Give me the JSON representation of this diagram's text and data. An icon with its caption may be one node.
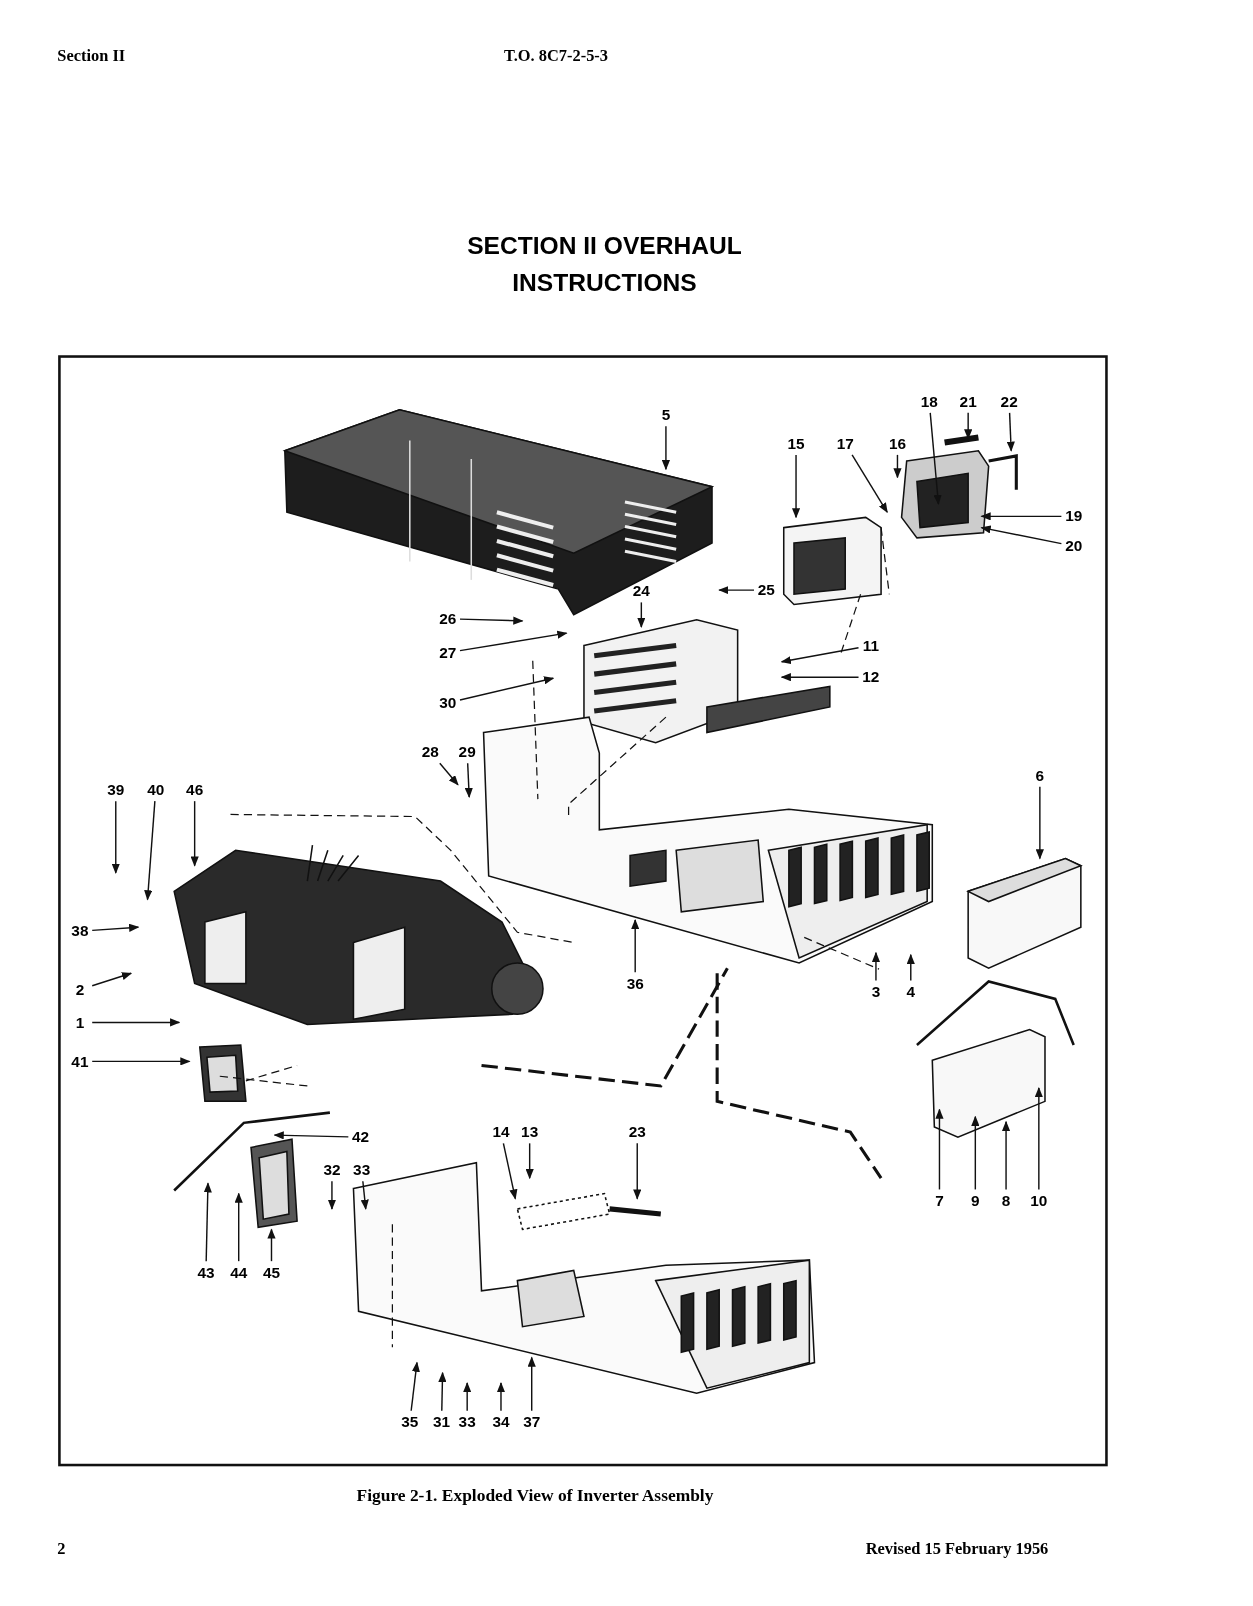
{
  "diagram": {
    "title": "SECTION II OVERHAUL INSTRUCTIONS",
    "caption": "Figure 2-1. Exploded View of Inverter Assembly",
    "nodes": [
      {
        "text": [
          "5"
        ]
      },
      {
        "text": [
          "18"
        ]
      },
      {
        "text": [
          "21"
        ]
      },
      {
        "text": [
          "22"
        ]
      },
      {
        "text": [
          "15"
        ]
      },
      {
        "text": [
          "17"
        ]
      },
      {
        "text": [
          "16"
        ]
      },
      {
        "text": [
          "19"
        ]
      },
      {
        "text": [
          "20"
        ]
      },
      {
        "text": [
          "25"
        ]
      },
      {
        "text": [
          "24"
        ]
      },
      {
        "text": [
          "26"
        ]
      },
      {
        "text": [
          "27"
        ]
      },
      {
        "text": [
          "11"
        ]
      },
      {
        "text": [
          "12"
        ]
      },
      {
        "text": [
          "30"
        ]
      },
      {
        "text": [
          "28"
        ]
      },
      {
        "text": [
          "29"
        ]
      },
      {
        "text": [
          "39"
        ]
      },
      {
        "text": [
          "40"
        ]
      },
      {
        "text": [
          "46"
        ]
      },
      {
        "text": [
          "6"
        ]
      },
      {
        "text": [
          "38"
        ]
      },
      {
        "text": [
          "36"
        ]
      },
      {
        "text": [
          "2"
        ]
      },
      {
        "text": [
          "3"
        ]
      },
      {
        "text": [
          "4"
        ]
      },
      {
        "text": [
          "1"
        ]
      },
      {
        "text": [
          "41"
        ]
      },
      {
        "text": [
          "14"
        ]
      },
      {
        "text": [
          "13"
        ]
      },
      {
        "text": [
          "23"
        ]
      },
      {
        "text": [
          "42"
        ]
      },
      {
        "text": [
          "32"
        ]
      },
      {
        "text": [
          "33"
        ]
      },
      {
        "text": [
          "7"
        ]
      },
      {
        "text": [
          "9"
        ]
      },
      {
        "text": [
          "8"
        ]
      },
      {
        "text": [
          "10"
        ]
      },
      {
        "text": [
          "43"
        ]
      },
      {
        "text": [
          "44"
        ]
      },
      {
        "text": [
          "45"
        ]
      },
      {
        "text": [
          "35"
        ]
      },
      {
        "text": [
          "31"
        ]
      },
      {
        "text": [
          "33"
        ]
      },
      {
        "text": [
          "34"
        ]
      },
      {
        "text": [
          "37"
        ]
      }
    ],
    "edges": [
      {
        "from": 0,
        "to": null,
        "arrow": "to"
      },
      {
        "from": 1,
        "to": null,
        "arrow": "to"
      },
      {
        "from": 2,
        "to": null,
        "arrow": "to"
      },
      {
        "from": 3,
        "to": null,
        "arrow": "to"
      },
      {
        "from": 4,
        "to": null,
        "arrow": "to"
      },
      {
        "from": 5,
        "to": null,
        "arrow": "to"
      },
      {
        "from": 6,
        "to": null,
        "arrow": "to"
      },
      {
        "from": 7,
        "to": null,
        "arrow": "to"
      },
      {
        "from": 8,
        "to": null,
        "arrow": "to"
      },
      {
        "from": 9,
        "to": null,
        "arrow": "to"
      },
      {
        "from": 10,
        "to": null,
        "arrow": "to"
      },
      {
        "from": 11,
        "to": null,
        "arrow": "to"
      },
      {
        "from": 12,
        "to": null,
        "arrow": "to"
      },
      {
        "from": 13,
        "to": null,
        "arrow": "to"
      },
      {
        "from": 14,
        "to": null,
        "arrow": "to"
      },
      {
        "from": 15,
        "to": null,
        "arrow": "to"
      },
      {
        "from": 16,
        "to": null,
        "arrow": "to"
      },
      {
        "from": 17,
        "to": null,
        "arrow": "to"
      },
      {
        "from": 18,
        "to": null,
        "arrow": "to"
      },
      {
        "from": 19,
        "to": null,
        "arrow": "to"
      },
      {
        "from": 20,
        "to": null,
        "arrow": "to"
      },
      {
        "from": 21,
        "to": null,
        "arrow": "to"
      },
      {
        "from": 22,
        "to": null,
        "arrow": "to"
      },
      {
        "from": 23,
        "to": null,
        "arrow": "to"
      },
      {
        "from": 24,
        "to": null,
        "arrow": "to"
      },
      {
        "from": 25,
        "to": null,
        "arrow": "to"
      },
      {
        "from": 26,
        "to": null,
        "arrow": "to"
      },
      {
        "from": 27,
        "to": null,
        "arrow": "to"
      },
      {
        "from": 28,
        "to": null,
        "arrow": "to"
      },
      {
        "from": 29,
        "to": null,
        "arrow": "to"
      },
      {
        "from": 30,
        "to": null,
        "arrow": "to"
      },
      {
        "from": 31,
        "to": null,
        "arrow": "to"
      },
      {
        "from": 32,
        "to": null,
        "arrow": "to"
      },
      {
        "from": 33,
        "to": null,
        "arrow": "to"
      },
      {
        "from": 34,
        "to": null,
        "arrow": "to"
      },
      {
        "from": 35,
        "to": null,
        "arrow": "to"
      },
      {
        "from": 36,
        "to": null,
        "arrow": "to"
      },
      {
        "from": 37,
        "to": null,
        "arrow": "to"
      },
      {
        "from": 38,
        "to": null,
        "arrow": "to"
      },
      {
        "from": 39,
        "to": null,
        "arrow": "to"
      },
      {
        "from": 40,
        "to": null,
        "arrow": "to"
      },
      {
        "from": 41,
        "to": null,
        "arrow": "to"
      },
      {
        "from": 42,
        "to": null,
        "arrow": "to"
      },
      {
        "from": 43,
        "to": null,
        "arrow": "to"
      },
      {
        "from": 44,
        "to": null,
        "arrow": "to"
      },
      {
        "from": 45,
        "to": null,
        "arrow": "to"
      },
      {
        "from": 46,
        "to": null,
        "arrow": "to"
      }
    ],
    "labels": [
      "Section II",
      "T.O. 8C7-2-5-3",
      "2",
      "Revised 15 February 1956"
    ]
  }
}
